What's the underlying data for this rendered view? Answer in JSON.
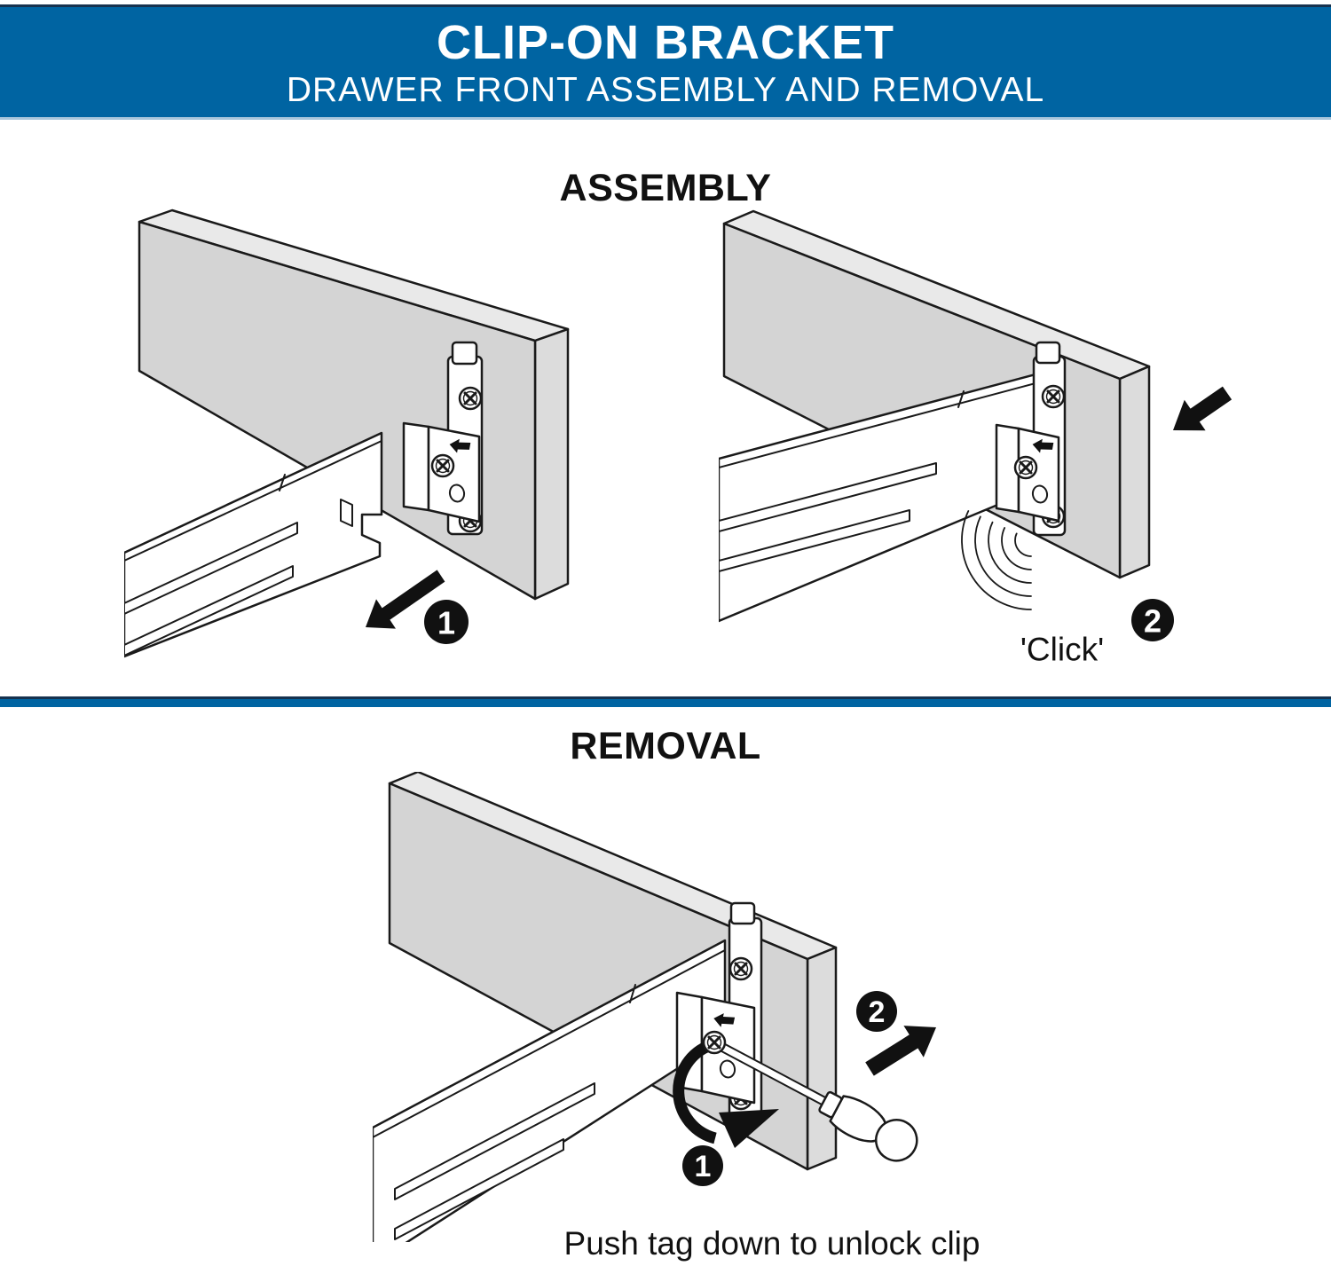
{
  "header": {
    "title": "CLIP-ON BRACKET",
    "subtitle": "DRAWER FRONT ASSEMBLY AND REMOVAL"
  },
  "assembly": {
    "heading": "ASSEMBLY",
    "step1": {
      "badge": "1"
    },
    "step2": {
      "badge": "2",
      "sound_label": "'Click'"
    }
  },
  "removal": {
    "heading": "REMOVAL",
    "step1": {
      "badge": "1"
    },
    "step2": {
      "badge": "2"
    },
    "caption": "Push tag down to unlock clip"
  },
  "icons": {
    "direction_arrow": "solid black arrow",
    "rotate_arrow": "curved black arrow",
    "screw": "phillips screw head",
    "tag_marker": "small black arrow on clip",
    "sound": "concentric click arcs",
    "screwdriver": "flat screwdriver with round handle"
  },
  "colors": {
    "banner_blue": "#0064a2",
    "banner_border_top": "#16324f",
    "banner_border_bottom": "#a8c6dc",
    "divider_blue": "#0064a2",
    "line_black": "#1a1a1a",
    "panel_gray": "#d4d4d4",
    "arrow_black": "#111111"
  }
}
